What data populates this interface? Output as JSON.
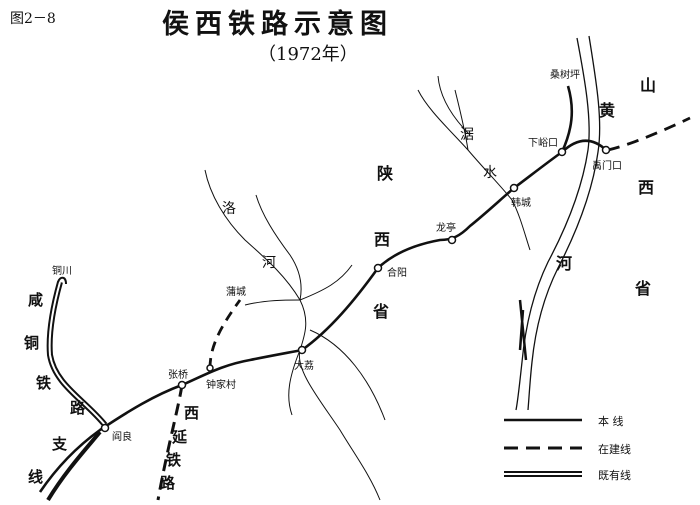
{
  "figure_number": "图2－8",
  "title": "侯西铁路示意图",
  "subtitle": "（1972年）",
  "stations": {
    "sangshuping": "桑树坪",
    "xiayukou": "下峪口",
    "yumenkou": "禹门口",
    "hancheng": "韩城",
    "longting": "龙亭",
    "heyang": "合阳",
    "dali": "大荔",
    "zhongjiacun": "钟家村",
    "zhangqiao": "张桥",
    "yanliang": "阎良",
    "tongchuan": "铜川",
    "pucheng": "蒲城"
  },
  "rivers": {
    "juhe_1": "涺",
    "juhe_2": "水",
    "luohe_1": "洛",
    "luohe_2": "河",
    "yellow_1": "黄",
    "yellow_2": "河"
  },
  "regions": {
    "shaanxi": [
      "陕",
      "西",
      "省"
    ],
    "shanxi": [
      "山",
      "西",
      "省"
    ]
  },
  "branch_lines": {
    "xianyan": [
      "西",
      "延",
      "铁",
      "路"
    ],
    "xiantong": [
      "咸",
      "铜",
      "铁",
      "路",
      "支",
      "线"
    ]
  },
  "legend": {
    "existing": "本 线",
    "under_construction": "在建线",
    "old": "既有线"
  },
  "colors": {
    "ink": "#111111",
    "paper": "#ffffff"
  }
}
